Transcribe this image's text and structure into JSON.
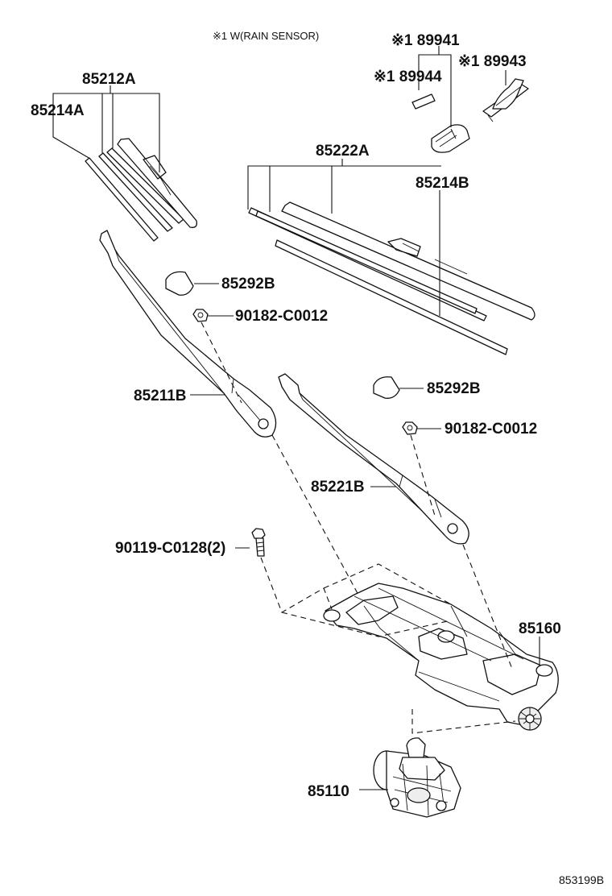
{
  "diagram": {
    "note": "※1 W(RAIN SENSOR)",
    "reference": "853199B",
    "labels": {
      "p89941": "※1 89941",
      "p89943": "※1 89943",
      "p89944": "※1 89944",
      "p85212A": "85212A",
      "p85214A": "85214A",
      "p85222A": "85222A",
      "p85214B": "85214B",
      "p85292B_left": "85292B",
      "p90182_left": "90182-C0012",
      "p85211B": "85211B",
      "p85292B_right": "85292B",
      "p90182_right": "90182-C0012",
      "p85221B": "85221B",
      "p90119": "90119-C0128(2)",
      "p85160": "85160",
      "p85110": "85110"
    }
  }
}
